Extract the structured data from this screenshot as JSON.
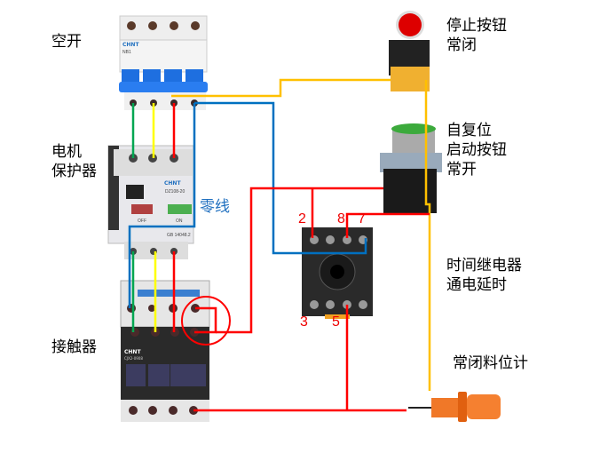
{
  "labels": {
    "breaker": "空开",
    "motor_protector": "电机\n保护器",
    "neutral": "零线",
    "contactor": "接触器",
    "stop_button": "停止按钮\n常闭",
    "start_button": "自复位\n启动按钮\n常开",
    "time_relay": "时间继电器\n通电延时",
    "level_sensor": "常闭料位计"
  },
  "relay_pins": {
    "p2": "2",
    "p8": "8",
    "p7": "7",
    "p3": "3",
    "p5": "5"
  },
  "device_marks": {
    "breaker_brand": "CHNT",
    "breaker_model": "NB1",
    "protector_brand": "CHNT",
    "protector_model": "DZ108-20",
    "protector_off": "OFF",
    "protector_on": "ON",
    "protector_std": "GB 14048.2",
    "contactor_brand": "CHNT",
    "contactor_model": "CJX2-0908"
  },
  "wire_colors": {
    "phase_a": "#00a651",
    "phase_b": "#ffff00",
    "phase_c": "#ff0000",
    "neutral": "#0070c0",
    "control": "#ffc000",
    "signal": "#ff0000"
  }
}
